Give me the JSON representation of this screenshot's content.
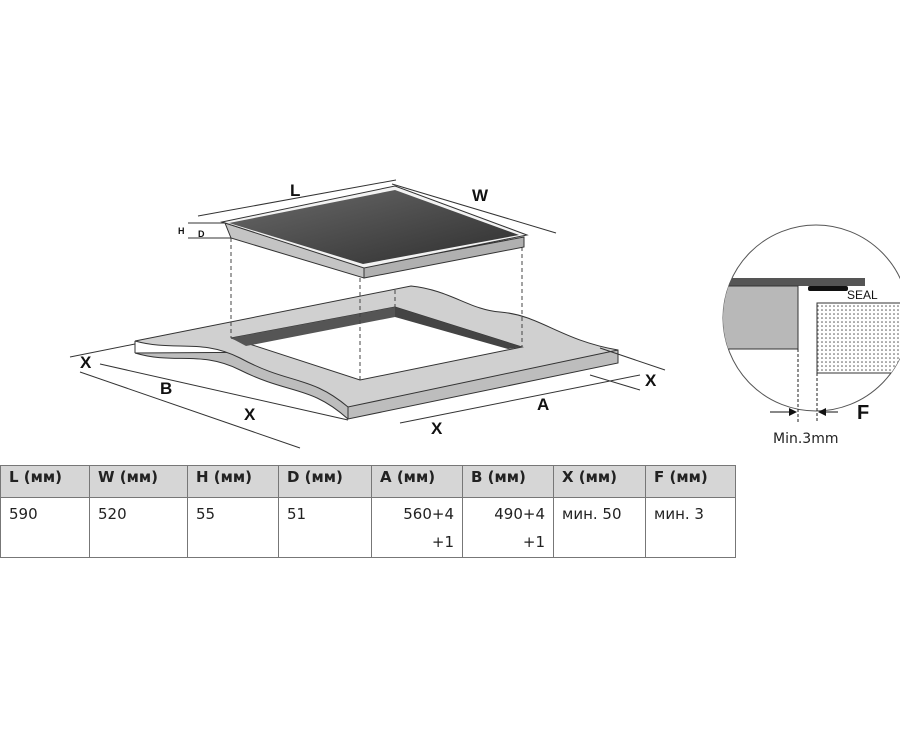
{
  "diagram": {
    "labels": {
      "L": "L",
      "W": "W",
      "H": "H",
      "D": "D",
      "A": "A",
      "B": "B",
      "X": "X",
      "F": "F"
    },
    "detail": {
      "seal": "SEAL",
      "min_gap": "Min.3mm"
    }
  },
  "table": {
    "headers": [
      "L (мм)",
      "W (мм)",
      "H (мм)",
      "D (мм)",
      "A (мм)",
      "B (мм)",
      "X (мм)",
      "F (мм)"
    ],
    "row": [
      {
        "main": "590",
        "extra": ""
      },
      {
        "main": "520",
        "extra": ""
      },
      {
        "main": "55",
        "extra": ""
      },
      {
        "main": "51",
        "extra": ""
      },
      {
        "main": "560+4",
        "extra": "+1"
      },
      {
        "main": "490+4",
        "extra": "+1"
      },
      {
        "main": "мин. 50",
        "extra": ""
      },
      {
        "main": "мин. 3",
        "extra": ""
      }
    ]
  }
}
